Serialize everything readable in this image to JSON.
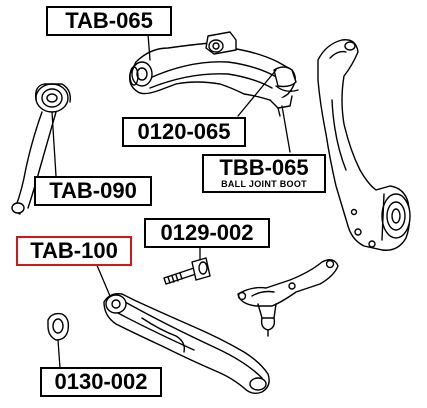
{
  "labels": {
    "tab_065": "TAB-065",
    "code_0120_065": "0120-065",
    "tbb_065": "TBB-065",
    "tbb_065_sub": "BALL JOINT BOOT",
    "tab_090": "TAB-090",
    "tab_100": "TAB-100",
    "code_0129_002": "0129-002",
    "code_0130_002": "0130-002"
  },
  "colors": {
    "highlight_border": "#d01818",
    "line": "#000000",
    "background": "#ffffff"
  }
}
